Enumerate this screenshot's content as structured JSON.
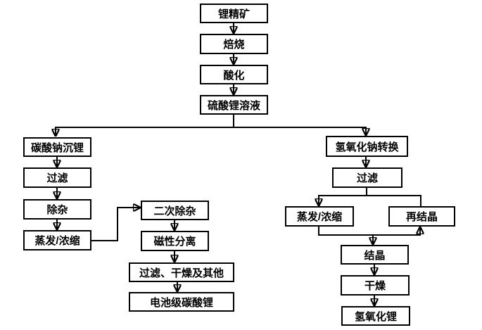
{
  "diagram": {
    "type": "flowchart",
    "background_color": "#ffffff",
    "line_color": "#000000",
    "box_border_color": "#000000",
    "text_color": "#000000",
    "nodes": {
      "li_ore": {
        "label": "锂精矿"
      },
      "roasting": {
        "label": "焙烧"
      },
      "acidification": {
        "label": "酸化"
      },
      "li2so4_solution": {
        "label": "硫酸锂溶液"
      },
      "na2co3_precipitation": {
        "label": "碳酸钠沉锂"
      },
      "filter_left": {
        "label": "过滤"
      },
      "impurity_removal": {
        "label": "除杂"
      },
      "evaporation_left": {
        "label": "蒸发/浓缩"
      },
      "secondary_impurity_removal": {
        "label": "二次除杂"
      },
      "magnetic_separation": {
        "label": "磁性分离"
      },
      "filter_dry_other": {
        "label": "过滤、干燥及其他"
      },
      "battery_grade_li2co3": {
        "label": "电池级碳酸锂"
      },
      "naoh_conversion": {
        "label": "氢氧化钠转换"
      },
      "filter_right": {
        "label": "过滤"
      },
      "evaporation_right": {
        "label": "蒸发/浓缩"
      },
      "recrystallization": {
        "label": "再结晶"
      },
      "crystallization": {
        "label": "结晶"
      },
      "drying": {
        "label": "干燥"
      },
      "lioh": {
        "label": "氢氧化锂"
      }
    },
    "edges": [
      {
        "from": "li_ore",
        "to": "roasting"
      },
      {
        "from": "roasting",
        "to": "acidification"
      },
      {
        "from": "acidification",
        "to": "li2so4_solution"
      },
      {
        "from": "li2so4_solution",
        "to": "na2co3_precipitation"
      },
      {
        "from": "li2so4_solution",
        "to": "naoh_conversion"
      },
      {
        "from": "na2co3_precipitation",
        "to": "filter_left"
      },
      {
        "from": "filter_left",
        "to": "impurity_removal"
      },
      {
        "from": "impurity_removal",
        "to": "evaporation_left"
      },
      {
        "from": "evaporation_left",
        "to": "secondary_impurity_removal"
      },
      {
        "from": "secondary_impurity_removal",
        "to": "magnetic_separation"
      },
      {
        "from": "magnetic_separation",
        "to": "filter_dry_other"
      },
      {
        "from": "filter_dry_other",
        "to": "battery_grade_li2co3"
      },
      {
        "from": "naoh_conversion",
        "to": "filter_right"
      },
      {
        "from": "filter_right",
        "to": "evaporation_right"
      },
      {
        "from": "recrystallization",
        "to": "evaporation_right"
      },
      {
        "from": "evaporation_right",
        "to": "crystallization"
      },
      {
        "from": "evaporation_right",
        "to": "recrystallization"
      },
      {
        "from": "crystallization",
        "to": "drying"
      },
      {
        "from": "drying",
        "to": "lioh"
      }
    ]
  }
}
